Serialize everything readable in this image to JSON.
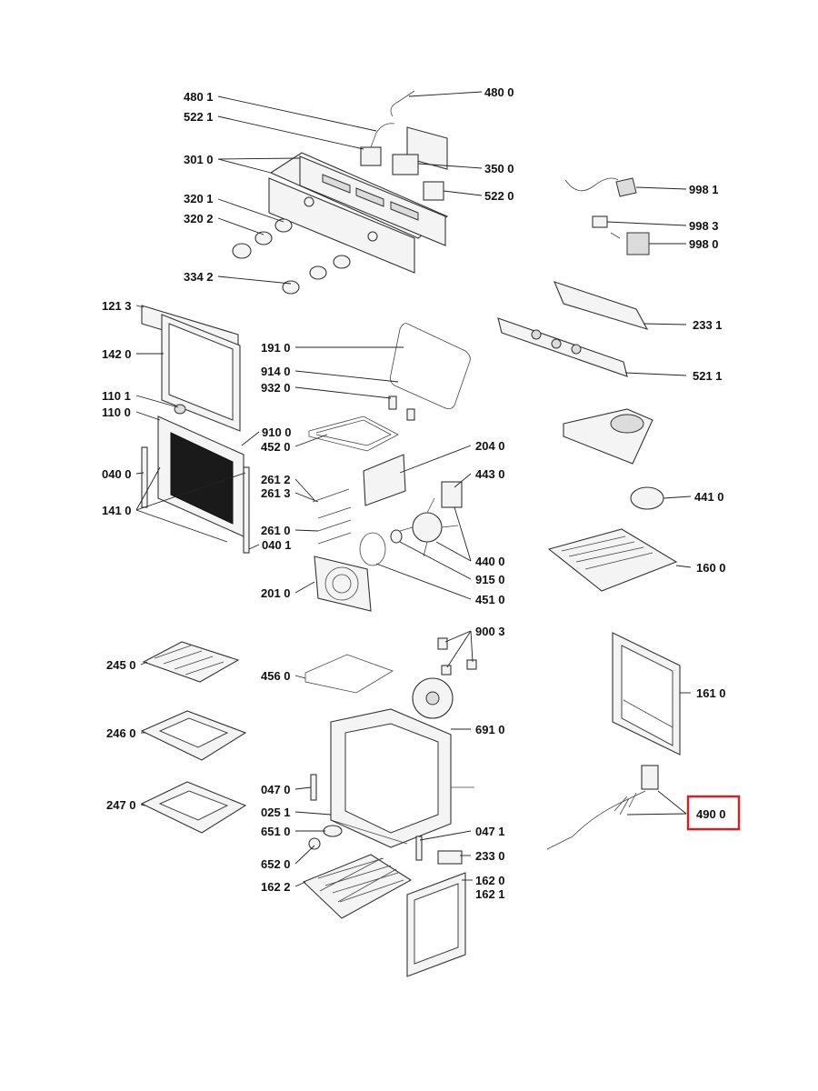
{
  "highlight": {
    "label": "490 0",
    "color": "#d42027"
  },
  "labels": [
    {
      "id": "l4801",
      "text": "480 1"
    },
    {
      "id": "l5221",
      "text": "522 1"
    },
    {
      "id": "l3010",
      "text": "301 0"
    },
    {
      "id": "l3201",
      "text": "320 1"
    },
    {
      "id": "l3202",
      "text": "320 2"
    },
    {
      "id": "l3342",
      "text": "334 2"
    },
    {
      "id": "l4800",
      "text": "480 0"
    },
    {
      "id": "l3500",
      "text": "350 0"
    },
    {
      "id": "l5220",
      "text": "522 0"
    },
    {
      "id": "l9981",
      "text": "998 1"
    },
    {
      "id": "l9983",
      "text": "998 3"
    },
    {
      "id": "l9980",
      "text": "998 0"
    },
    {
      "id": "l2331",
      "text": "233 1"
    },
    {
      "id": "l5211",
      "text": "521 1"
    },
    {
      "id": "l1213",
      "text": "121 3"
    },
    {
      "id": "l1420",
      "text": "142 0"
    },
    {
      "id": "l1101",
      "text": "110 1"
    },
    {
      "id": "l1100",
      "text": "110 0"
    },
    {
      "id": "l0400",
      "text": "040 0"
    },
    {
      "id": "l1410",
      "text": "141 0"
    },
    {
      "id": "l0401",
      "text": "040 1"
    },
    {
      "id": "l9100",
      "text": "910 0"
    },
    {
      "id": "l1910",
      "text": "191 0"
    },
    {
      "id": "l9140",
      "text": "914 0"
    },
    {
      "id": "l9320",
      "text": "932 0"
    },
    {
      "id": "l4520",
      "text": "452 0"
    },
    {
      "id": "l2040",
      "text": "204 0"
    },
    {
      "id": "l4430",
      "text": "443 0"
    },
    {
      "id": "l2612",
      "text": "261 2"
    },
    {
      "id": "l2613",
      "text": "261 3"
    },
    {
      "id": "l2610",
      "text": "261 0"
    },
    {
      "id": "l4400",
      "text": "440 0"
    },
    {
      "id": "l9150",
      "text": "915 0"
    },
    {
      "id": "l2010",
      "text": "201 0"
    },
    {
      "id": "l4510",
      "text": "451 0"
    },
    {
      "id": "l4410",
      "text": "441 0"
    },
    {
      "id": "l1600",
      "text": "160 0"
    },
    {
      "id": "l2450",
      "text": "245 0"
    },
    {
      "id": "l4560",
      "text": "456 0"
    },
    {
      "id": "l9003",
      "text": "900 3"
    },
    {
      "id": "l1610",
      "text": "161 0"
    },
    {
      "id": "l2460",
      "text": "246 0"
    },
    {
      "id": "l6910",
      "text": "691 0"
    },
    {
      "id": "l0470",
      "text": "047 0"
    },
    {
      "id": "l2470",
      "text": "247 0"
    },
    {
      "id": "l0251",
      "text": "025 1"
    },
    {
      "id": "l6510",
      "text": "651 0"
    },
    {
      "id": "l0471",
      "text": "047 1"
    },
    {
      "id": "l6520",
      "text": "652 0"
    },
    {
      "id": "l2330",
      "text": "233 0"
    },
    {
      "id": "l1622",
      "text": "162 2"
    },
    {
      "id": "l1620",
      "text": "162 0"
    },
    {
      "id": "l1621",
      "text": "162 1"
    },
    {
      "id": "l4900",
      "text": "490 0"
    }
  ]
}
